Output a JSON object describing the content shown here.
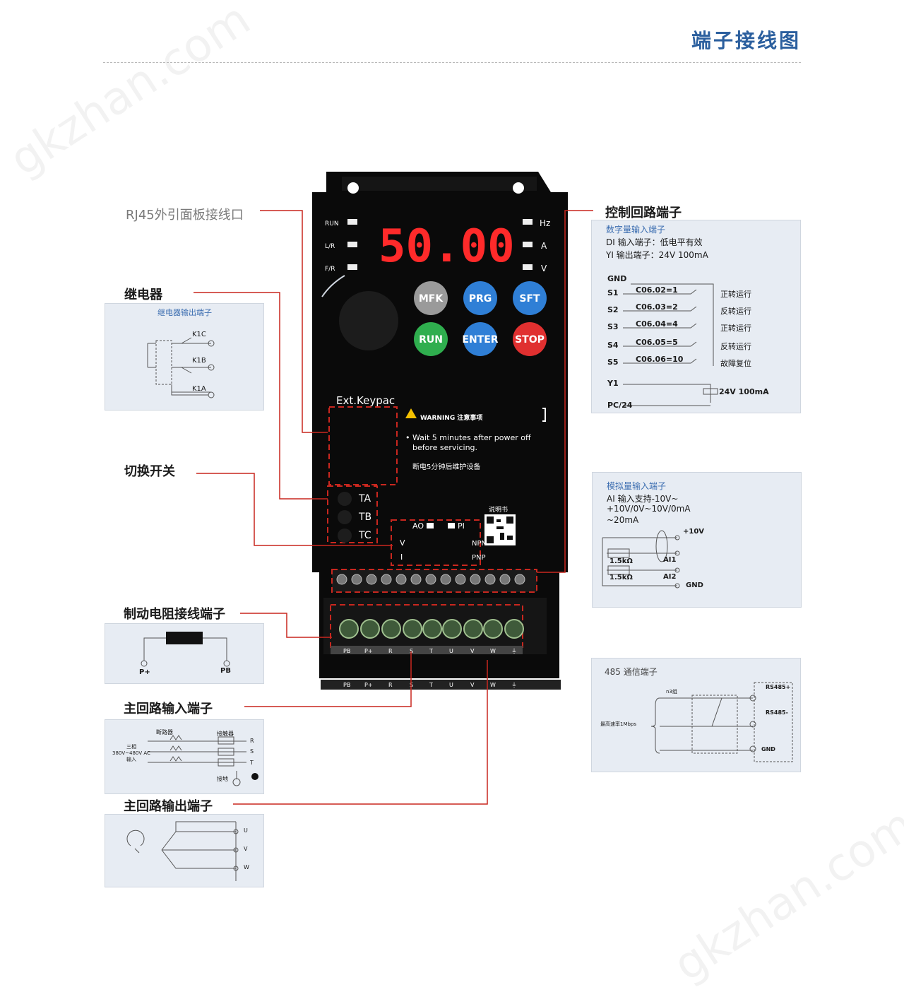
{
  "page_title": "端子接线图",
  "callouts": {
    "rj45": "RJ45外引面板接线口",
    "relay": "继电器",
    "switch": "切换开关",
    "brake": "制动电阻接线端子",
    "main_in": "主回路输入端子",
    "main_out": "主回路输出端子",
    "control": "控制回路端子"
  },
  "relay_panel": {
    "title": "继电器输出端子",
    "k1c": "K1C",
    "k1b": "K1B",
    "k1a": "K1A"
  },
  "brake_panel": {
    "p_plus": "P+",
    "pb": "PB"
  },
  "main_in_panel": {
    "contactor": "断路器",
    "reactor": "接触器",
    "supply": "三相\n380V~480V AC\n输入",
    "r": "R",
    "s": "S",
    "t": "T",
    "ground": "接地"
  },
  "main_out_panel": {
    "u": "U",
    "v": "V",
    "w": "W"
  },
  "digital_panel": {
    "title": "数字量输入端子",
    "line1": "DI 输入端子：低电平有效",
    "line2": "YI 输出端子：24V 100mA",
    "gnd": "GND",
    "rows": [
      {
        "term": "S1",
        "code": "C06.02=1",
        "desc": "正转运行"
      },
      {
        "term": "S2",
        "code": "C06.03=2",
        "desc": "反转运行"
      },
      {
        "term": "S3",
        "code": "C06.04=4",
        "desc": "正转运行"
      },
      {
        "term": "S4",
        "code": "C06.05=5",
        "desc": "反转运行"
      },
      {
        "term": "S5",
        "code": "C06.06=10",
        "desc": "故障复位"
      }
    ],
    "y1": "Y1",
    "y1_spec": "24V  100mA",
    "pc24": "PC/24"
  },
  "analog_panel": {
    "title": "模拟量输入端子",
    "line1": "AI 输入支持-10V~",
    "line2": "+10V/0V~10V/0mA",
    "line3": "~20mA",
    "p10v": "+10V",
    "r1": "1.5kΩ",
    "r2": "1.5kΩ",
    "ai1": "AI1",
    "ai2": "AI2",
    "gnd": "GND"
  },
  "comm_panel": {
    "title": "485 通信端子",
    "pair": "n3组",
    "speed": "最高速率1Mbps",
    "rs485p": "RS485+",
    "rs485n": "RS485-",
    "gnd": "GND"
  },
  "device": {
    "display": "50.00",
    "left_leds": [
      "RUN",
      "L/R",
      "F/R"
    ],
    "right_leds": [
      "Hz",
      "A",
      "V"
    ],
    "buttons": [
      {
        "label": "MFK",
        "color": "#9a9a9a"
      },
      {
        "label": "PRG",
        "color": "#2f7fd6"
      },
      {
        "label": "SFT",
        "color": "#2f7fd6"
      },
      {
        "label": "RUN",
        "color": "#2fae4e"
      },
      {
        "label": "ENTER",
        "color": "#2f7fd6"
      },
      {
        "label": "STOP",
        "color": "#e03030"
      }
    ],
    "ext_keypad": "Ext.Keypac",
    "warning_title": "WARNING 注意事项",
    "warning_text1": "• Wait 5 minutes after power off",
    "warning_text2": "before servicing.",
    "warning_cn": "断电5分钟后维护设备",
    "relay_terms": [
      "TA",
      "TB",
      "TC"
    ],
    "manual": "说明书",
    "ao": "AO",
    "pi": "PI",
    "v": "V",
    "i": "I",
    "npn": "NPN",
    "pnp": "PNP",
    "bottom_terms": [
      "PB",
      "P+",
      "R",
      "S",
      "T",
      "U",
      "V",
      "W",
      "⏚"
    ],
    "bottom_terms_repeat": [
      "PB",
      "P+",
      "R",
      "S",
      "T",
      "U",
      "V",
      "W",
      "⏚"
    ]
  },
  "colors": {
    "title_blue": "#2b5f9e",
    "leader_red": "#c9271f",
    "panel_bg": "#e7ecf3"
  }
}
